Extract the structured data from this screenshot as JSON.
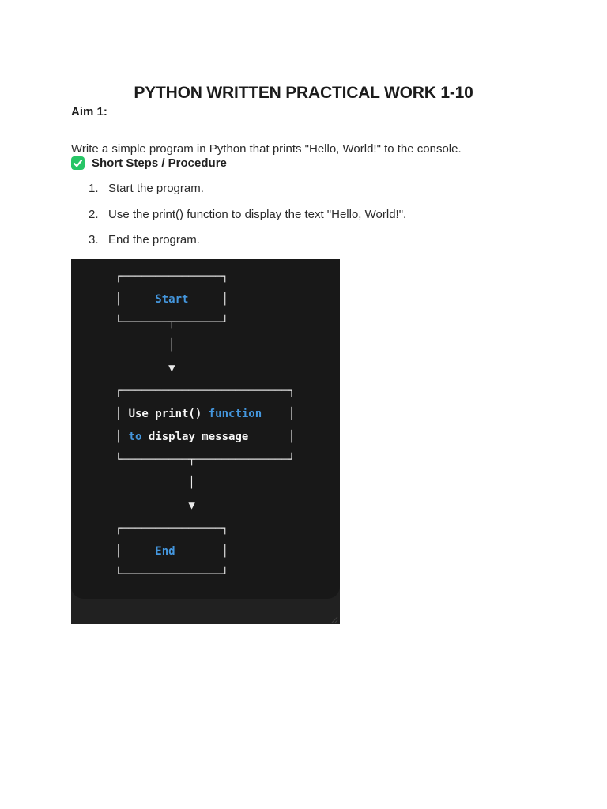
{
  "page": {
    "title": "PYTHON WRITTEN PRACTICAL WORK 1-10",
    "aim_label": "Aim 1:",
    "aim_text": "Write a simple program in Python that prints \"Hello, World!\" to the console.",
    "steps_heading": "Short Steps / Procedure",
    "steps": [
      "Start the program.",
      "Use the print() function to display the text \"Hello, World!\".",
      "End the program."
    ],
    "icons": {
      "heading_check": "green-checkbox-check-icon",
      "code_corner": "resize-grip-icon"
    },
    "accent_colors": {
      "check_green": "#27c566",
      "text_black": "#202020"
    }
  },
  "flowchart": {
    "nodes": [
      "Start",
      "Use print() function to display message",
      "End"
    ],
    "colors": {
      "fg": "#e9e9e9",
      "w": "#f6f6f6",
      "b": "#4496dd",
      "background_outer": "#212121",
      "background_inner": "#181818"
    },
    "lines": [
      [
        {
          "t": "    ┌───────────────┐",
          "c": "fg"
        }
      ],
      [
        {
          "t": "    │     ",
          "c": "fg"
        },
        {
          "t": "Start",
          "c": "b"
        },
        {
          "t": "     │",
          "c": "fg"
        }
      ],
      [
        {
          "t": "    └───────┬───────┘",
          "c": "fg"
        }
      ],
      [
        {
          "t": "            │",
          "c": "fg"
        }
      ],
      [
        {
          "t": "            ▼",
          "c": "fg"
        }
      ],
      [
        {
          "t": "    ┌─────────────────────────┐",
          "c": "fg"
        }
      ],
      [
        {
          "t": "    │ ",
          "c": "fg"
        },
        {
          "t": "Use print()",
          "c": "w"
        },
        {
          "t": " ",
          "c": "fg"
        },
        {
          "t": "function",
          "c": "b"
        },
        {
          "t": "    │",
          "c": "fg"
        }
      ],
      [
        {
          "t": "    │ ",
          "c": "fg"
        },
        {
          "t": "to",
          "c": "b"
        },
        {
          "t": " ",
          "c": "fg"
        },
        {
          "t": "display message",
          "c": "w"
        },
        {
          "t": "      │",
          "c": "fg"
        }
      ],
      [
        {
          "t": "    └──────────┬──────────────┘",
          "c": "fg"
        }
      ],
      [
        {
          "t": "               │",
          "c": "fg"
        }
      ],
      [
        {
          "t": "               ▼",
          "c": "fg"
        }
      ],
      [
        {
          "t": "    ┌───────────────┐",
          "c": "fg"
        }
      ],
      [
        {
          "t": "    │     ",
          "c": "fg"
        },
        {
          "t": "End",
          "c": "b"
        },
        {
          "t": "       │",
          "c": "fg"
        }
      ],
      [
        {
          "t": "    └───────────────┘",
          "c": "fg"
        }
      ]
    ]
  }
}
